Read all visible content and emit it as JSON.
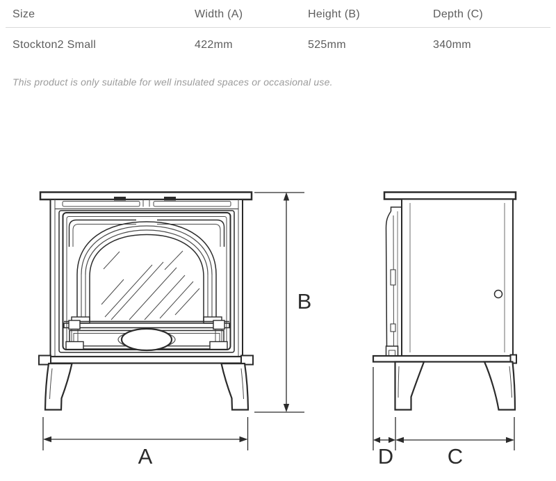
{
  "spec_table": {
    "headers": [
      "Size",
      "Width (A)",
      "Height (B)",
      "Depth (C)"
    ],
    "row": {
      "size": "Stockton2 Small",
      "width": "422mm",
      "height": "525mm",
      "depth": "340mm"
    }
  },
  "note": "This product is only suitable for well insulated spaces or occasional use.",
  "diagram": {
    "front_view_labels": {
      "width": "A",
      "height": "B"
    },
    "side_view_labels": {
      "door_depth": "D",
      "body_depth": "C"
    }
  },
  "colors": {
    "drawing_line": "#2b2b2b",
    "table_text": "#5d5d5d",
    "note_text": "#9b9b9b",
    "divider": "#d9d9d9",
    "background": "#ffffff"
  }
}
